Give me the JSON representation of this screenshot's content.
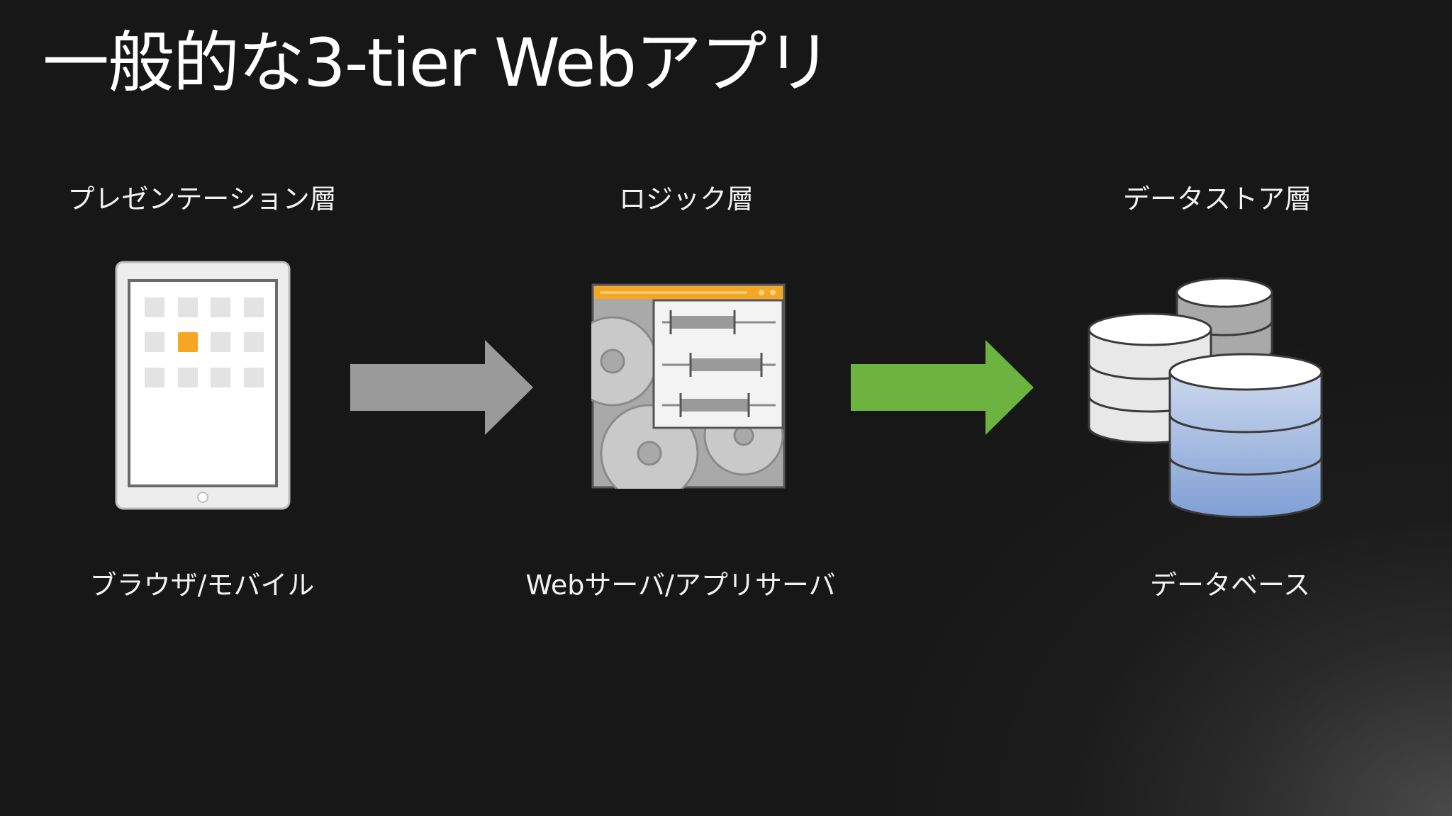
{
  "title": "一般的な3-tier Webアプリ",
  "tiers": [
    {
      "layer": "プレゼンテーション層",
      "component": "ブラウザ/モバイル"
    },
    {
      "layer": "ロジック層",
      "component": "Webサーバ/アプリサーバ"
    },
    {
      "layer": "データストア層",
      "component": "データベース"
    }
  ],
  "colors": {
    "arrow1": "#9a9a9a",
    "arrow2": "#6db33f",
    "accent_orange": "#f5a623",
    "db_blue": "#8fa8d8"
  }
}
